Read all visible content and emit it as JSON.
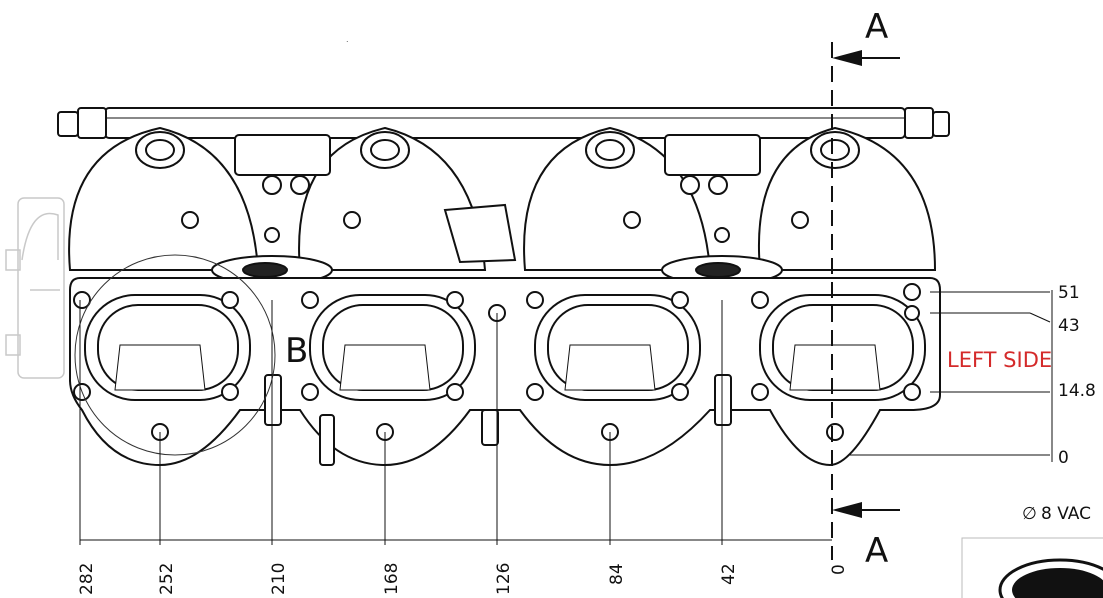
{
  "section_markers": {
    "top_label": "A",
    "bottom_label": "A"
  },
  "detail_label": "B",
  "side_label": {
    "text": "LEFT SIDE",
    "color": "#d42a2a"
  },
  "vertical_dims": [
    "51",
    "43",
    "14.8",
    "0"
  ],
  "horizontal_dims": [
    "282",
    "252",
    "210",
    "168",
    "126",
    "84",
    "42",
    "0"
  ],
  "vac_note": "8 VAC",
  "diameter_symbol": "∅"
}
